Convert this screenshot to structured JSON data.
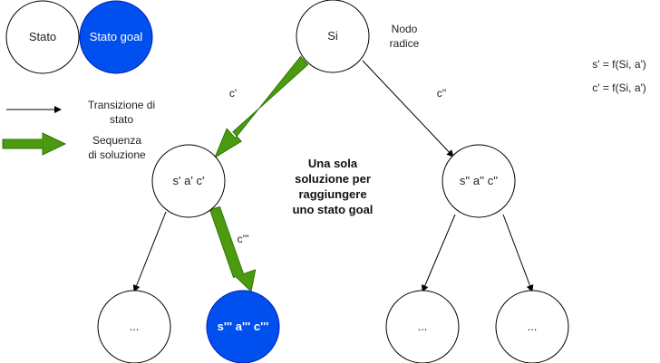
{
  "legend": {
    "state_label": "Stato",
    "goal_label": "Stato goal",
    "transition_label_line1": "Transizione di",
    "transition_label_line2": "stato",
    "solution_label_line1": "Sequenza",
    "solution_label_line2": "di soluzione"
  },
  "nodes": {
    "root": "Si",
    "left": "s' a' c'",
    "right": "s'' a'' c''",
    "ll": "...",
    "goal": "s''' a''' c'''",
    "rl": "...",
    "rr": "..."
  },
  "root_note_line1": "Nodo",
  "root_note_line2": "radice",
  "edges": {
    "root_left": "c'",
    "root_right": "c''",
    "left_goal": "c'''"
  },
  "center_note": [
    "Una sola",
    "soluzione per",
    "raggiungere",
    "uno stato goal"
  ],
  "formulas": [
    "s' = f(Si, a')",
    "c' = f(Si, a')"
  ],
  "colors": {
    "goal": "#0050ef",
    "solution_arrow": "#2d7600",
    "solution_fill": "#4c9a10"
  }
}
